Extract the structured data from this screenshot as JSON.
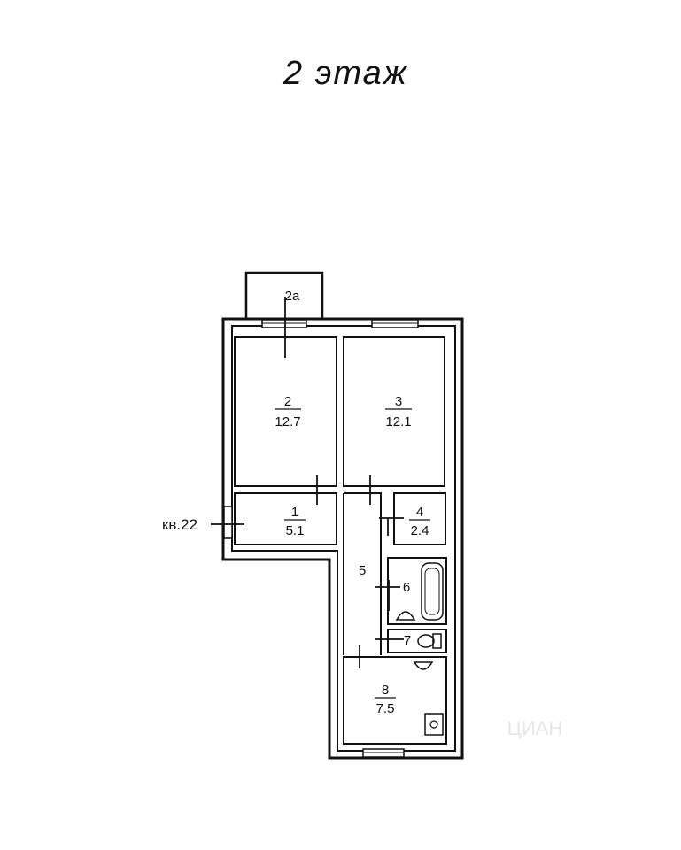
{
  "title": "2 этаж",
  "apartment_label": "кв.22",
  "watermark": "ЦИАН",
  "rooms": [
    {
      "id": "2a",
      "number": "2а",
      "area": ""
    },
    {
      "id": "2",
      "number": "2",
      "area": "12.7"
    },
    {
      "id": "3",
      "number": "3",
      "area": "12.1"
    },
    {
      "id": "1",
      "number": "1",
      "area": "5.1"
    },
    {
      "id": "4",
      "number": "4",
      "area": "2.4"
    },
    {
      "id": "5",
      "number": "5",
      "area": ""
    },
    {
      "id": "6",
      "number": "6",
      "area": ""
    },
    {
      "id": "7",
      "number": "7",
      "area": ""
    },
    {
      "id": "8",
      "number": "8",
      "area": "7.5"
    }
  ]
}
